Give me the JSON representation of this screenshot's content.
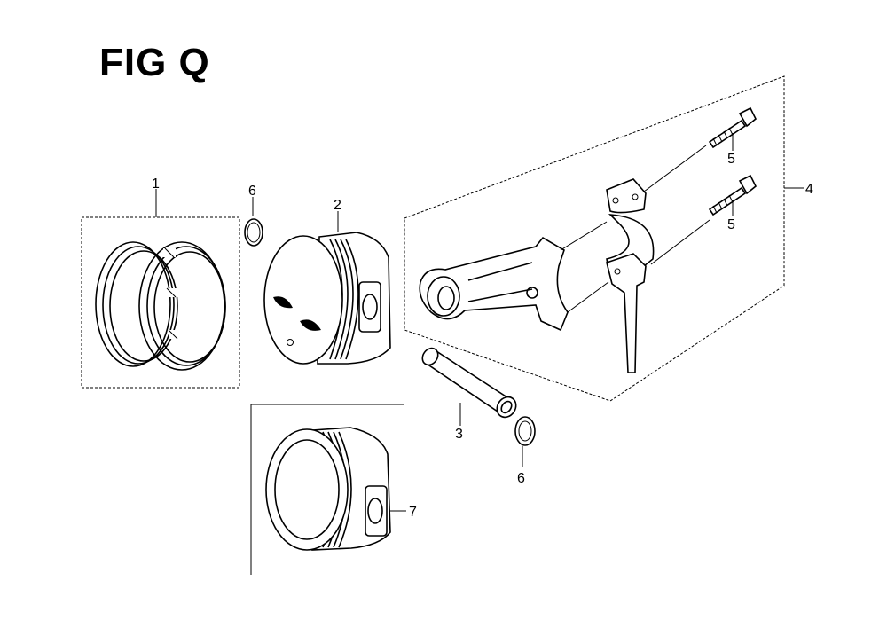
{
  "figure": {
    "title": "FIG Q"
  },
  "callouts": [
    {
      "id": "ring-set",
      "label": "1"
    },
    {
      "id": "piston",
      "label": "2"
    },
    {
      "id": "piston-pin",
      "label": "3"
    },
    {
      "id": "connecting-rod-assy",
      "label": "4"
    },
    {
      "id": "rod-bolt-upper",
      "label": "5"
    },
    {
      "id": "rod-bolt-lower",
      "label": "5"
    },
    {
      "id": "pin-clip-left",
      "label": "6"
    },
    {
      "id": "pin-clip-right",
      "label": "6"
    },
    {
      "id": "piston-alt",
      "label": "7"
    }
  ]
}
